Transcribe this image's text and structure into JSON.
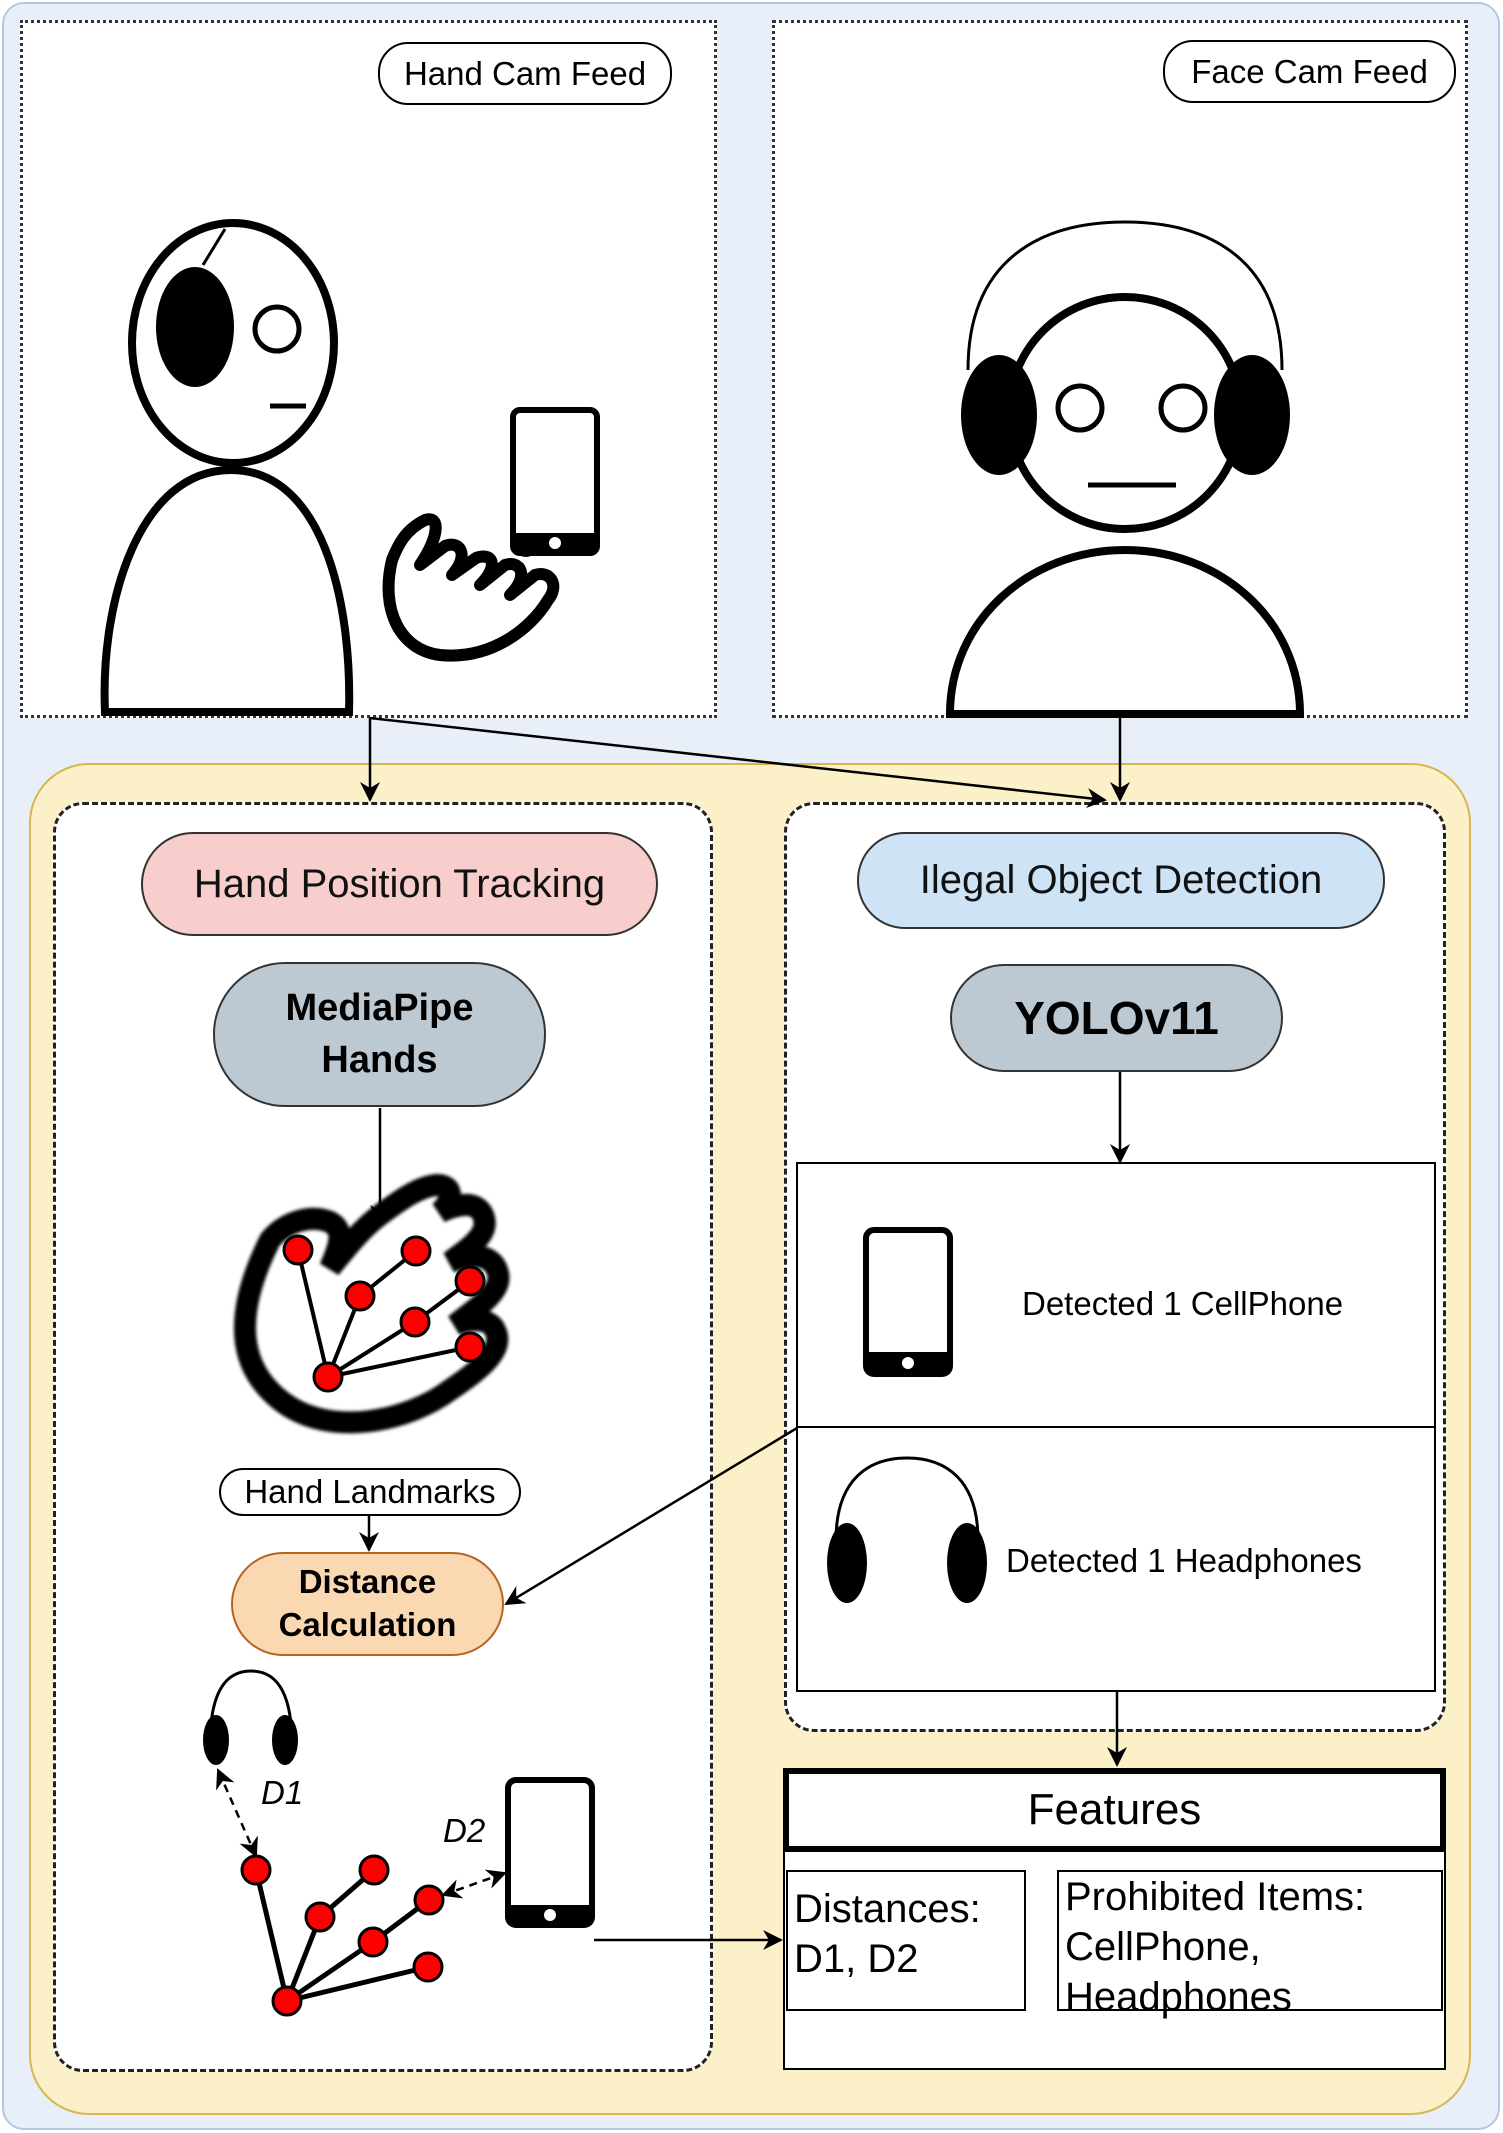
{
  "panels": {
    "hand_cam": {
      "label": "Hand Cam Feed"
    },
    "face_cam": {
      "label": "Face Cam Feed"
    }
  },
  "hand_tracking": {
    "title": "Hand Position Tracking",
    "model_line1": "MediaPipe",
    "model_line2": "Hands",
    "landmarks_label": "Hand Landmarks",
    "distance_line1": "Distance",
    "distance_line2": "Calculation",
    "d1": "D1",
    "d2": "D2"
  },
  "object_detection": {
    "title": "Ilegal Object Detection",
    "model": "YOLOv11",
    "detections": [
      {
        "text": "Detected 1 CellPhone",
        "icon": "cellphone-icon"
      },
      {
        "text": "Detected 1 Headphones",
        "icon": "headphones-icon"
      }
    ]
  },
  "features": {
    "title": "Features",
    "distances_line1": "Distances:",
    "distances_line2": "D1, D2",
    "prohibited_line1": "Prohibited Items:",
    "prohibited_line2": "CellPhone,",
    "prohibited_line3": "Headphones"
  },
  "colors": {
    "outer_bg": "#e8eff9",
    "inner_bg": "#fcf0c8",
    "hand_tracking_title": "#f8cecc",
    "object_detection_title": "#cfe3f7",
    "model_node": "#bcc8d2",
    "distance_node": "#fad8b1",
    "landmark_point": "#ff0000"
  }
}
